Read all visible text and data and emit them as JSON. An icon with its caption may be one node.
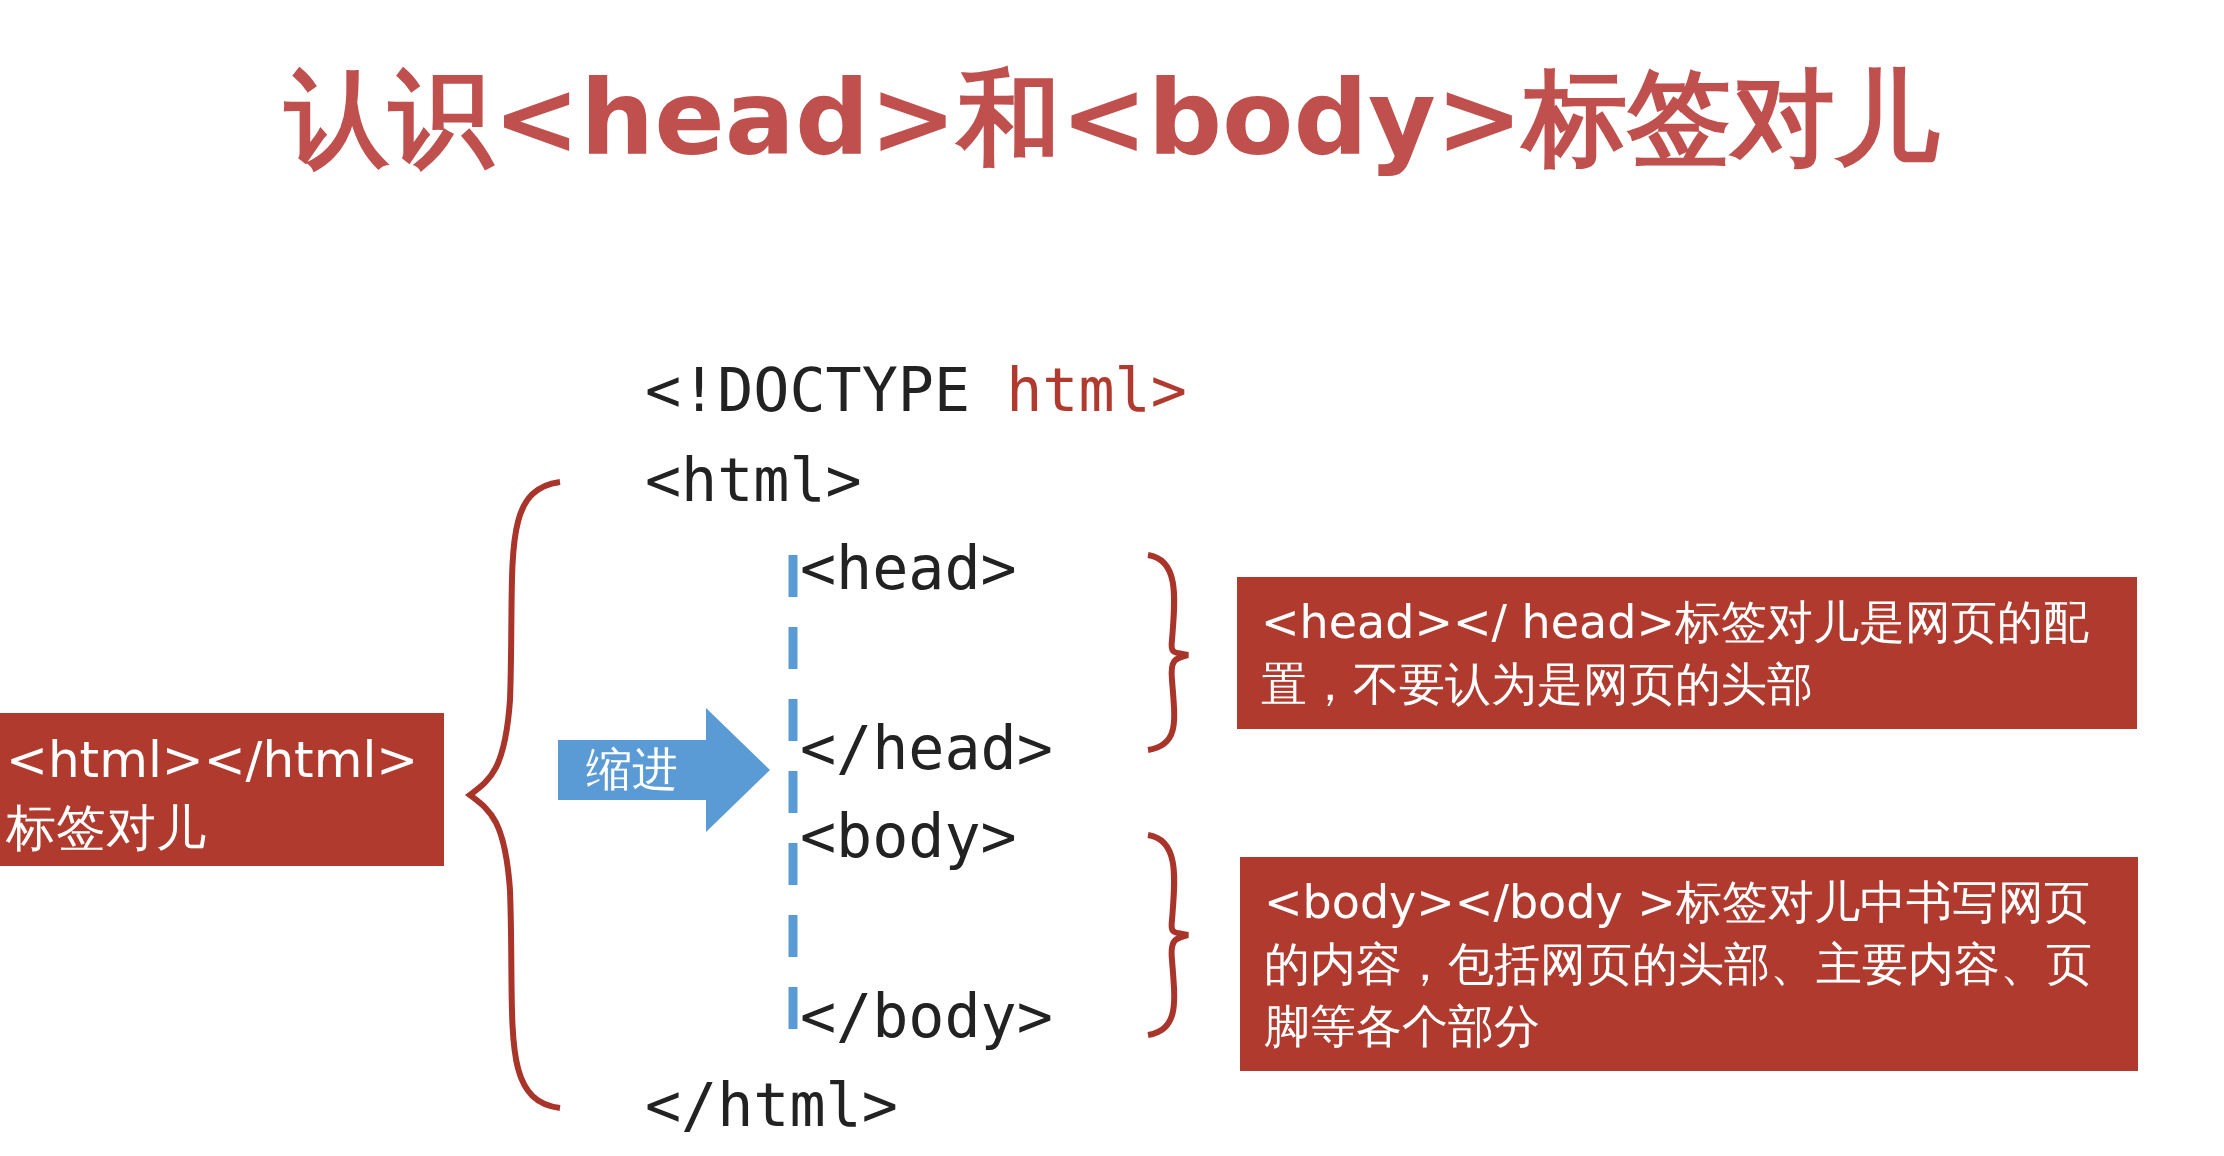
{
  "diagram": {
    "title": "认识<head>和<body>标签对儿",
    "nodes": [
      {
        "text": [
          "<html></html> 标签对儿"
        ]
      },
      {
        "text": [
          "缩进"
        ]
      },
      {
        "text": [
          "<head></ head>标签对儿是网页的配置，不要认为是网页的头部"
        ]
      },
      {
        "text": [
          "<body></body >标签对儿中书写网页的内容，包括网页的头部、主要内容、页脚等各个部分"
        ]
      }
    ],
    "edges": [],
    "labels": [
      "<!DOCTYPE html>",
      "<html>",
      "<head>",
      "</head>",
      "<body>",
      "</body>",
      "</html>"
    ]
  }
}
